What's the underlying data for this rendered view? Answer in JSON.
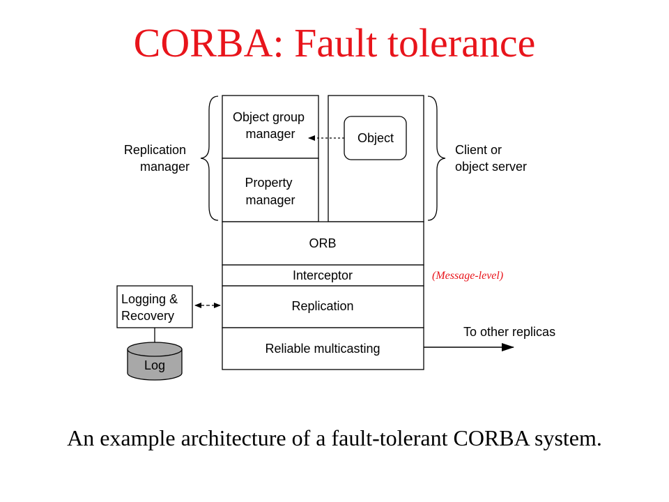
{
  "title": "CORBA: Fault tolerance",
  "caption": "An example architecture of a fault-tolerant CORBA system.",
  "diagram": {
    "boxes": {
      "object_group_manager": [
        "Object group",
        "manager"
      ],
      "property_manager": [
        "Property",
        "manager"
      ],
      "object": "Object",
      "orb": "ORB",
      "interceptor": "Interceptor",
      "replication": "Replication",
      "reliable_multicasting": "Reliable multicasting",
      "logging_recovery": [
        "Logging &",
        "Recovery"
      ],
      "log": "Log"
    },
    "brace_labels": {
      "replication_manager": [
        "Replication",
        "manager"
      ],
      "client_object_server": [
        "Client or",
        "object server"
      ]
    },
    "annotation": "(Message-level)",
    "arrow_label": "To other replicas",
    "colors": {
      "title": "#e8141b",
      "annotation": "#e8141b",
      "log_fill": "#a8a8a8",
      "line": "#000000"
    }
  }
}
